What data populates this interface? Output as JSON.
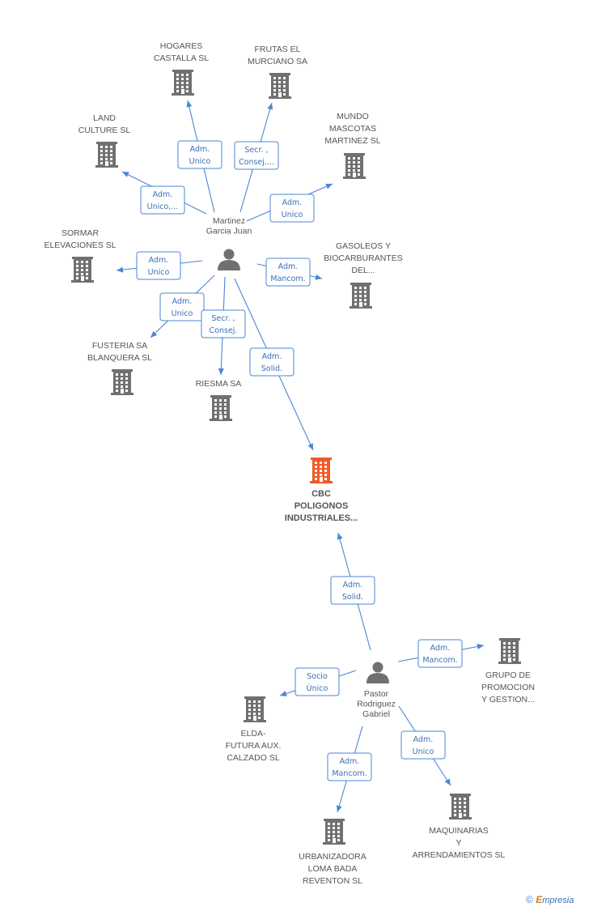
{
  "persons": [
    {
      "id": "martinez",
      "lines": [
        "Martinez",
        "Garcia Juan"
      ]
    },
    {
      "id": "pastor",
      "lines": [
        "Pastor",
        "Rodriguez",
        "Gabriel"
      ]
    }
  ],
  "companies": [
    {
      "id": "cbc",
      "main": true,
      "lines": [
        "CBC",
        "POLIGONOS",
        "INDUSTRIALES..."
      ]
    },
    {
      "id": "hogares",
      "lines": [
        "HOGARES",
        "CASTALLA SL"
      ]
    },
    {
      "id": "frutas",
      "lines": [
        "FRUTAS EL",
        "MURCIANO SA"
      ]
    },
    {
      "id": "land",
      "lines": [
        "LAND",
        "CULTURE SL"
      ]
    },
    {
      "id": "mundo",
      "lines": [
        "MUNDO",
        "MASCOTAS",
        "MARTINEZ SL"
      ]
    },
    {
      "id": "sormar",
      "lines": [
        "SORMAR",
        "ELEVACIONES SL"
      ]
    },
    {
      "id": "gasoleos",
      "lines": [
        "GASOLEOS Y",
        "BIOCARBURANTES",
        "DEL..."
      ]
    },
    {
      "id": "fusteria",
      "lines": [
        "FUSTERIA SA",
        "BLANQUERA SL"
      ]
    },
    {
      "id": "riesma",
      "lines": [
        "RIESMA SA"
      ]
    },
    {
      "id": "grupo",
      "lines": [
        "GRUPO DE",
        "PROMOCION",
        "Y GESTION..."
      ]
    },
    {
      "id": "elda",
      "lines": [
        "ELDA-",
        "FUTURA AUX.",
        "CALZADO SL"
      ]
    },
    {
      "id": "urbanizadora",
      "lines": [
        "URBANIZADORA",
        "LOMA BADA",
        "REVENTON SL"
      ]
    },
    {
      "id": "maquinarias",
      "lines": [
        "MAQUINARIAS",
        "Y",
        "ARRENDAMIENTOS SL"
      ]
    }
  ],
  "relations": [
    {
      "from": "martinez",
      "to": "hogares",
      "lines": [
        "Adm.",
        "Unico"
      ]
    },
    {
      "from": "martinez",
      "to": "frutas",
      "lines": [
        "Secr. ,",
        "Consej...."
      ]
    },
    {
      "from": "martinez",
      "to": "land",
      "lines": [
        "Adm.",
        "Unico,..."
      ]
    },
    {
      "from": "martinez",
      "to": "mundo",
      "lines": [
        "Adm.",
        "Unico"
      ]
    },
    {
      "from": "martinez",
      "to": "sormar",
      "lines": [
        "Adm.",
        "Unico"
      ]
    },
    {
      "from": "martinez",
      "to": "gasoleos",
      "lines": [
        "Adm.",
        "Mancom."
      ]
    },
    {
      "from": "martinez",
      "to": "fusteria",
      "lines": [
        "Adm.",
        "Unico"
      ]
    },
    {
      "from": "martinez",
      "to": "riesma",
      "lines": [
        "Secr. ,",
        "Consej."
      ]
    },
    {
      "from": "martinez",
      "to": "cbc",
      "lines": [
        "Adm.",
        "Solid."
      ]
    },
    {
      "from": "pastor",
      "to": "cbc",
      "lines": [
        "Adm.",
        "Solid."
      ]
    },
    {
      "from": "pastor",
      "to": "grupo",
      "lines": [
        "Adm.",
        "Mancom."
      ]
    },
    {
      "from": "pastor",
      "to": "elda",
      "lines": [
        "Socio",
        "Único"
      ]
    },
    {
      "from": "pastor",
      "to": "urbanizadora",
      "lines": [
        "Adm.",
        "Mancom."
      ]
    },
    {
      "from": "pastor",
      "to": "maquinarias",
      "lines": [
        "Adm.",
        "Unico"
      ]
    }
  ],
  "footer": {
    "symbol": "©",
    "brand_initial": "E",
    "brand_rest": "mpresia"
  }
}
